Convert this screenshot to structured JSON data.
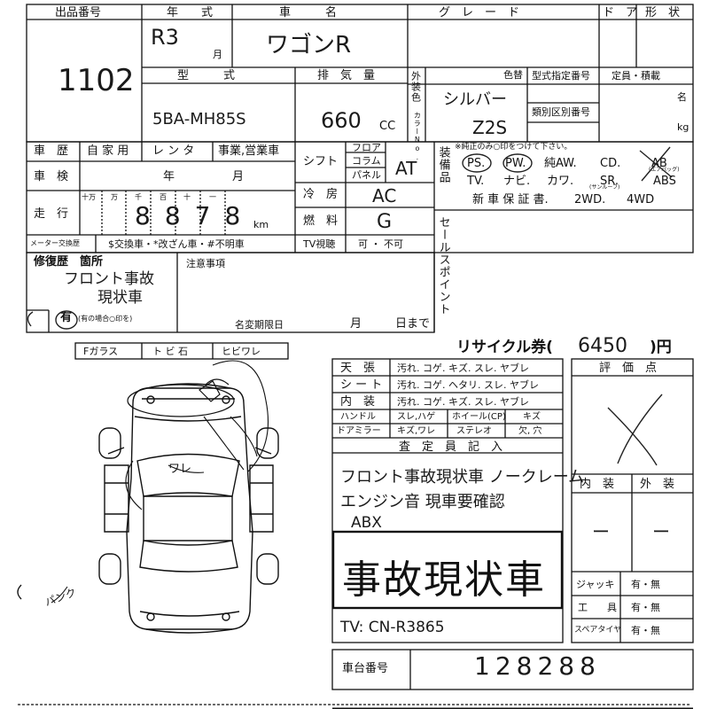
{
  "header": {
    "lot_label": "出品番号",
    "lot_number": "1102",
    "year_label": "年　　式",
    "year_value": "R3",
    "month_mark": "月",
    "car_name_label": "車　　　名",
    "car_name_value": "ワゴンR",
    "grade_label": "グ　レ　ー　ド",
    "door_label": "ド　ア",
    "shape_label": "形　状",
    "model_label": "型　　　式",
    "model_value": "5BA-MH85S",
    "displacement_label": "排　気　量",
    "displacement_value": "660",
    "displacement_unit": "CC",
    "exterior_color_label": "外装色",
    "color_no_label": "カラーNo.",
    "color_change_label": "色替",
    "color_value": "シルバー",
    "color_code": "Z2S",
    "type_designation_label": "型式指定番号",
    "category_number_label": "類別区別番号",
    "capacity_label": "定員・積載",
    "capacity_unit_person": "名",
    "capacity_unit_kg": "kg"
  },
  "history": {
    "history_label": "車　歴",
    "private_label": "自 家 用",
    "rental_label": "レ ン タ",
    "business_label": "事業,営業車",
    "inspection_label": "車　検",
    "year_mark": "年",
    "month_mark": "月",
    "mileage_label": "走　行",
    "digit_labels": [
      "十万",
      "万",
      "千",
      "百",
      "十",
      "一"
    ],
    "mileage_value": "8878",
    "mileage_unit": "km",
    "meter_label": "メーター交換歴",
    "meter_options": "$交換車・*改ざん車・#不明車"
  },
  "drivetrain": {
    "shift_label": "シフト",
    "floor_label": "フロア",
    "column_label": "コラム",
    "panel_label": "パネル",
    "shift_value": "AT",
    "ac_label": "冷　房",
    "ac_value": "AC",
    "fuel_label": "燃　料",
    "fuel_value": "G",
    "tv_label": "TV視聴",
    "tv_options": "可 ・ 不可"
  },
  "equipment": {
    "label": "装備品",
    "note": "※純正のみ○印をつけて下さい。",
    "row1": [
      "PS.",
      "PW.",
      "純AW.",
      "CD.",
      "AB"
    ],
    "ab_sub": "(エアバッグ)",
    "row2": [
      "TV.",
      "ナビ.",
      "カワ.",
      "SR.",
      "ABS"
    ],
    "sr_sub": "(サンルーフ)",
    "row3": [
      "新 車 保 証 書.",
      "2WD.",
      "4WD"
    ]
  },
  "repair": {
    "label": "修復歴　箇所",
    "handwritten_line1": "フロント事故",
    "handwritten_line2": "現状車",
    "has_label": "有",
    "has_note": "(有の場合○印を)",
    "notes_label": "注意事項",
    "name_change_label": "名変期限日",
    "month_mark": "月",
    "day_mark": "日まで",
    "selling_points_label": "セールスポイント"
  },
  "recycle": {
    "label": "リサイクル券(",
    "value": "6450",
    "suffix": ")円"
  },
  "glass": {
    "items": [
      "Fガラス",
      "ト ビ 石",
      "ヒビワレ"
    ]
  },
  "diagram": {
    "mark_wa": "ワレ",
    "mark_pack": "パンク"
  },
  "condition": {
    "rows": [
      {
        "label": "天　張",
        "items": "汚れ. コゲ. キズ. スレ. ヤブレ"
      },
      {
        "label": "シ ー ト",
        "items": "汚れ. コゲ. ヘタリ. スレ. ヤブレ"
      },
      {
        "label": "内　装",
        "items": "汚れ. コゲ. キズ. スレ. ヤブレ"
      }
    ],
    "handle_label": "ハンドル",
    "handle_items": "スレ,ハゲ",
    "wheel_label": "ホイール(CP)",
    "wheel_items": "キズ",
    "mirror_label": "ドアミラー",
    "mirror_items": "キズ,ワレ",
    "stereo_label": "ステレオ",
    "stereo_items": "欠, 穴"
  },
  "inspector": {
    "label": "査　定　員　記　入",
    "line1": "フロント事故現状車 ノークレーム",
    "line2": "エンジン音 現車要確認",
    "line3": "ABX",
    "stamp": "事故現状車",
    "footer": "TV: CN-R3865"
  },
  "score": {
    "label": "評　価　点",
    "interior_label": "内　装",
    "exterior_label": "外　装",
    "interior_value": "ー",
    "exterior_value": "ー"
  },
  "tools": {
    "rows": [
      {
        "label": "ジャッキ",
        "options": "有・無"
      },
      {
        "label": "工　　具",
        "options": "有・無"
      },
      {
        "label": "スペアタイヤ",
        "options": "有・無"
      }
    ]
  },
  "chassis": {
    "label": "車台番号",
    "value": "128288"
  }
}
